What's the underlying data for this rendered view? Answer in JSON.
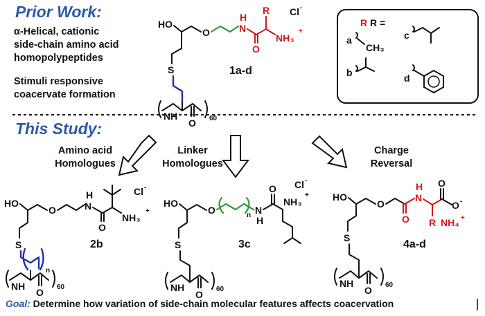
{
  "headings": {
    "prior": "Prior Work:",
    "study": "This Study:"
  },
  "prior_notes": {
    "line1": "α-Helical, cationic",
    "line2": "side-chain amino acid",
    "line3": "homopolypeptides",
    "line4": "Stimuli responsive",
    "line5": "coacervate formation"
  },
  "compound_labels": {
    "c1": "1a-d",
    "c2": "2b",
    "c3": "3c",
    "c4": "4a-d"
  },
  "r_box": {
    "title": "R =",
    "a": "a",
    "a_group": "CH₃",
    "b": "b",
    "c": "c",
    "d": "d"
  },
  "study_labels": {
    "amino_1": "Amino acid",
    "amino_2": "Homologues",
    "linker_1": "Linker",
    "linker_2": "Homologues",
    "charge_1": "Charge",
    "charge_2": "Reversal"
  },
  "chem": {
    "ho": "HO",
    "o": "O",
    "s": "S",
    "nh": "NH",
    "h": "H",
    "n_atom": "N",
    "r": "R",
    "cl": "Cl",
    "minus": "-",
    "plus": "+",
    "nh3": "NH₃",
    "nh4": "NH₄",
    "sub60": "60",
    "sub_n": "n",
    "o_minus": "O"
  },
  "goal": {
    "label": "Goal:",
    "text": " Determine how variation of side-chain molecular features affects coacervation"
  },
  "colors": {
    "heading": "#2a5aa8",
    "highlight_red": "#d0161b",
    "linker_green": "#2e9a3a",
    "sidechain_blue": "#1f2fa8"
  }
}
